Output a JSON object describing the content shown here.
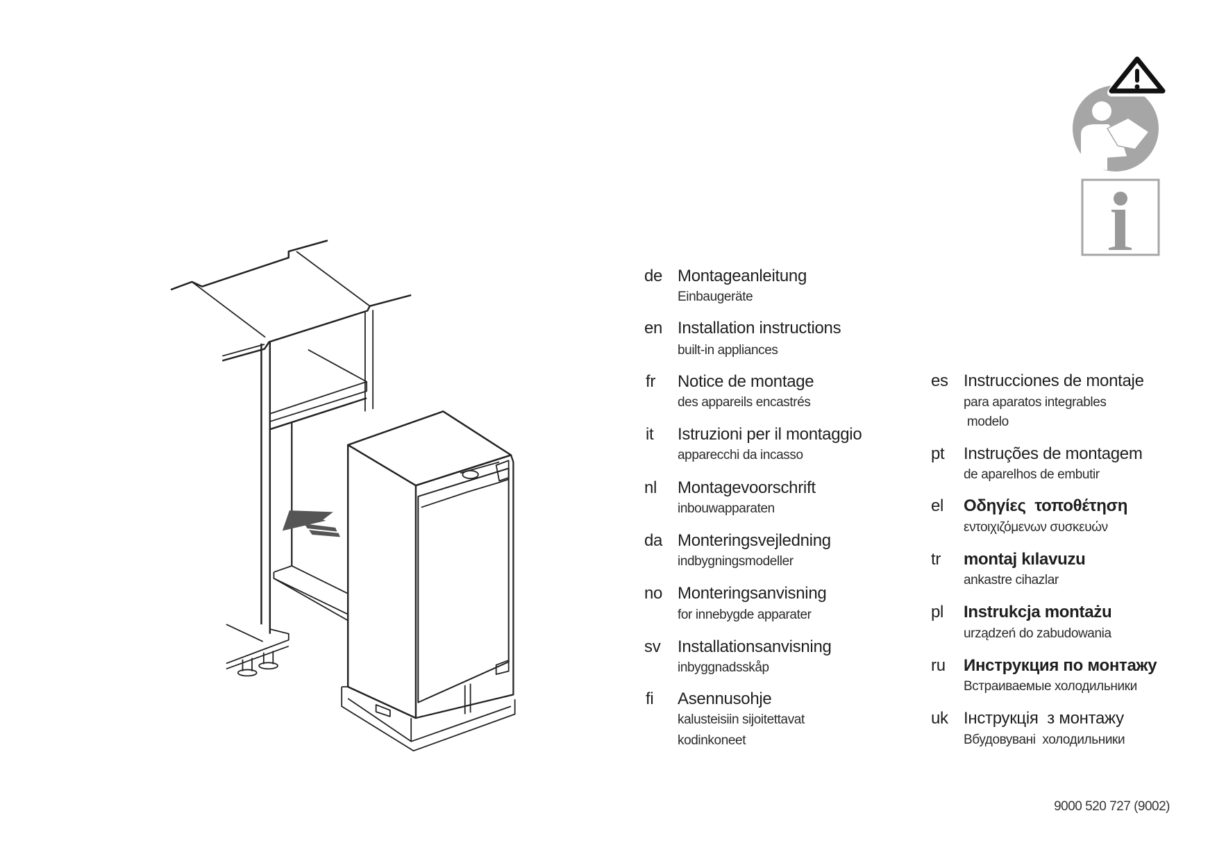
{
  "entries_left": [
    {
      "code": "de",
      "title": "Montageanleitung",
      "sub": [
        "Einbaugeräte"
      ]
    },
    {
      "code": "en",
      "title": "Installation instructions",
      "sub": [
        "built-in appliances"
      ]
    },
    {
      "code": "fr",
      "title": "Notice de montage",
      "sub": [
        "des appareils encastrés"
      ]
    },
    {
      "code": "it",
      "title": "Istruzioni per il montaggio",
      "sub": [
        "apparecchi da incasso"
      ]
    },
    {
      "code": "nl",
      "title": "Montagevoorschrift",
      "sub": [
        "inbouwapparaten"
      ]
    },
    {
      "code": "da",
      "title": "Monteringsvejledning",
      "sub": [
        "indbygningsmodeller"
      ]
    },
    {
      "code": "no",
      "title": "Monteringsanvisning",
      "sub": [
        "for innebygde apparater"
      ]
    },
    {
      "code": "sv",
      "title": "Installationsanvisning",
      "sub": [
        "inbyggnadsskåp"
      ]
    },
    {
      "code": "fi",
      "title": "Asennusohje",
      "sub": [
        "kalusteisiin sijoitettavat",
        "kodinkoneet"
      ]
    }
  ],
  "entries_right": [
    {
      "code": "es",
      "title": "Instrucciones de montaje",
      "sub": [
        "para aparatos integrables",
        " modelo"
      ]
    },
    {
      "code": "pt",
      "title": "Instruções de montagem",
      "sub": [
        "de aparelhos de embutir"
      ]
    },
    {
      "code": "el",
      "title": "Οδηγίες  τοποθέτηση",
      "sub": [
        "εντοιχιζόμενων συσκευών"
      ]
    },
    {
      "code": "tr",
      "title": "montaj kılavuzu",
      "sub": [
        "ankastre cihazlar"
      ]
    },
    {
      "code": "pl",
      "title": "Instrukcja montażu",
      "sub": [
        "urządzeń do zabudowania"
      ]
    },
    {
      "code": "ru",
      "title": "Инструкция по монтажу",
      "sub": [
        "Встраиваемые холодильники"
      ]
    },
    {
      "code": "uk",
      "title": "Інструкція  з монтажу",
      "sub": [
        "Вбудовувані  холодильники"
      ]
    }
  ],
  "footer": {
    "doc_number": "9000 520 727 (9002)"
  },
  "icons": [
    "warning-icon",
    "read-manual-icon",
    "info-icon"
  ]
}
